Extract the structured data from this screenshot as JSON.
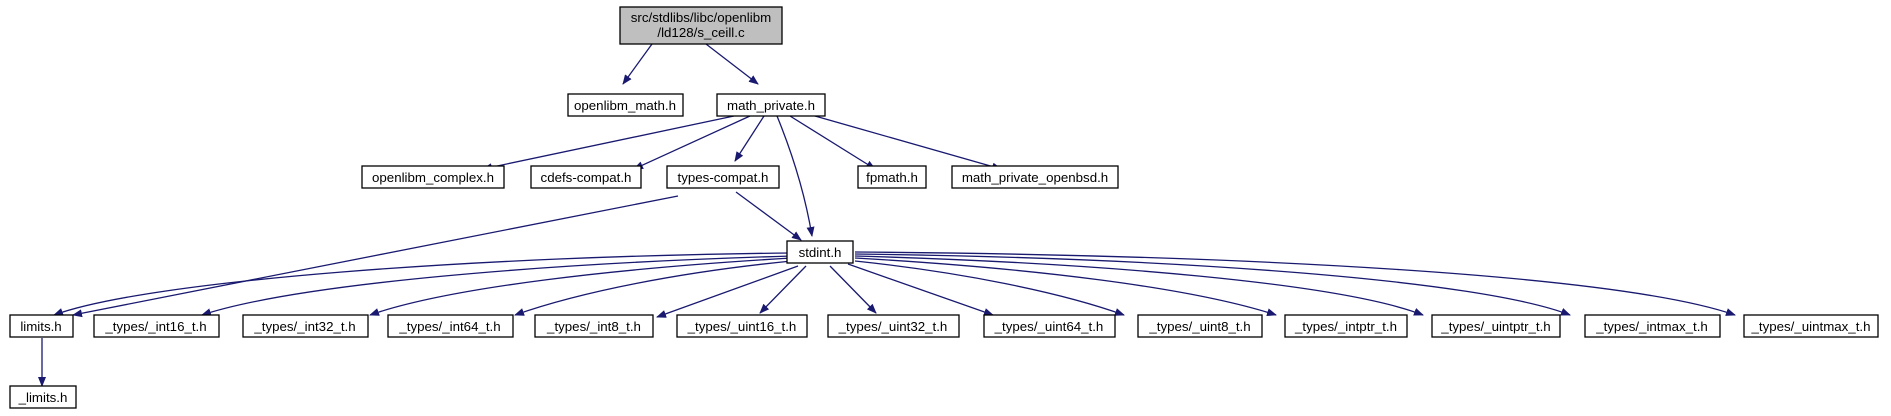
{
  "colors": {
    "root_fill": "#bfbfbf",
    "node_fill": "#ffffff",
    "node_border": "#000000",
    "edge": "#191970"
  },
  "nodes": {
    "root_line1": "src/stdlibs/libc/openlibm",
    "root_line2": "/ld128/s_ceill.c",
    "openlibm_math": "openlibm_math.h",
    "math_private": "math_private.h",
    "openlibm_complex": "openlibm_complex.h",
    "cdefs_compat": "cdefs-compat.h",
    "types_compat": "types-compat.h",
    "fpmath": "fpmath.h",
    "math_private_openbsd": "math_private_openbsd.h",
    "stdint": "stdint.h",
    "limits": "limits.h",
    "int16_t": "_types/_int16_t.h",
    "int32_t": "_types/_int32_t.h",
    "int64_t": "_types/_int64_t.h",
    "int8_t": "_types/_int8_t.h",
    "uint16_t": "_types/_uint16_t.h",
    "uint32_t": "_types/_uint32_t.h",
    "uint64_t": "_types/_uint64_t.h",
    "uint8_t": "_types/_uint8_t.h",
    "intptr_t": "_types/_intptr_t.h",
    "uintptr_t": "_types/_uintptr_t.h",
    "intmax_t": "_types/_intmax_t.h",
    "uintmax_t": "_types/_uintmax_t.h",
    "_limits": "_limits.h"
  }
}
